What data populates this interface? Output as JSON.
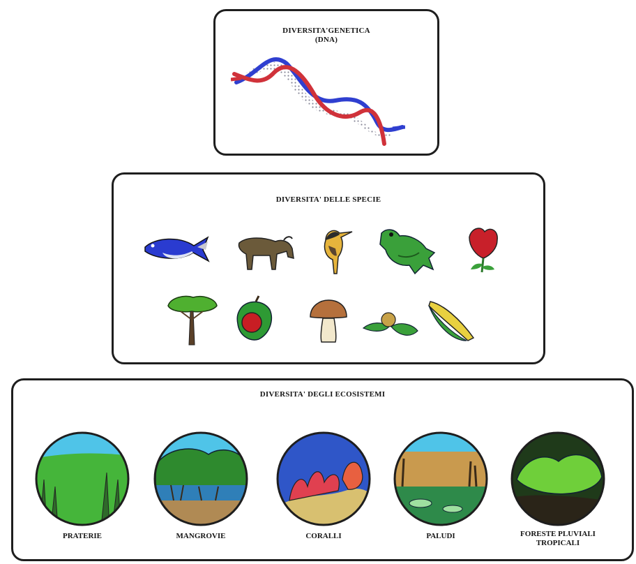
{
  "genetic": {
    "title_line1": "DIVERSITA'GENETICA",
    "title_line2": "(DNA)"
  },
  "species": {
    "title": "DIVERSITA' DELLE SPECIE",
    "row1": [
      "fish-icon",
      "bison-icon",
      "bird-icon",
      "frog-icon",
      "flower-icon"
    ],
    "row2": [
      "tree-icon",
      "fruit-icon",
      "mushroom-icon",
      "plant-icon",
      "corn-icon"
    ]
  },
  "ecosystems": {
    "title": "DIVERSITA' DEGLI ECOSISTEMI",
    "items": [
      {
        "line1": "PRATERIE",
        "line2": ""
      },
      {
        "line1": "MANGROVIE",
        "line2": ""
      },
      {
        "line1": "CORALLI",
        "line2": ""
      },
      {
        "line1": "PALUDI",
        "line2": ""
      },
      {
        "line1": "FORESTE PLUVIALI",
        "line2": "TROPICALI"
      }
    ]
  },
  "colors": {
    "dna_strand_blue": "#2f3fd0",
    "dna_strand_red": "#d0323a",
    "border": "#1e1e1e",
    "sky": "#4fc4e8",
    "grass": "#3fae3a"
  }
}
